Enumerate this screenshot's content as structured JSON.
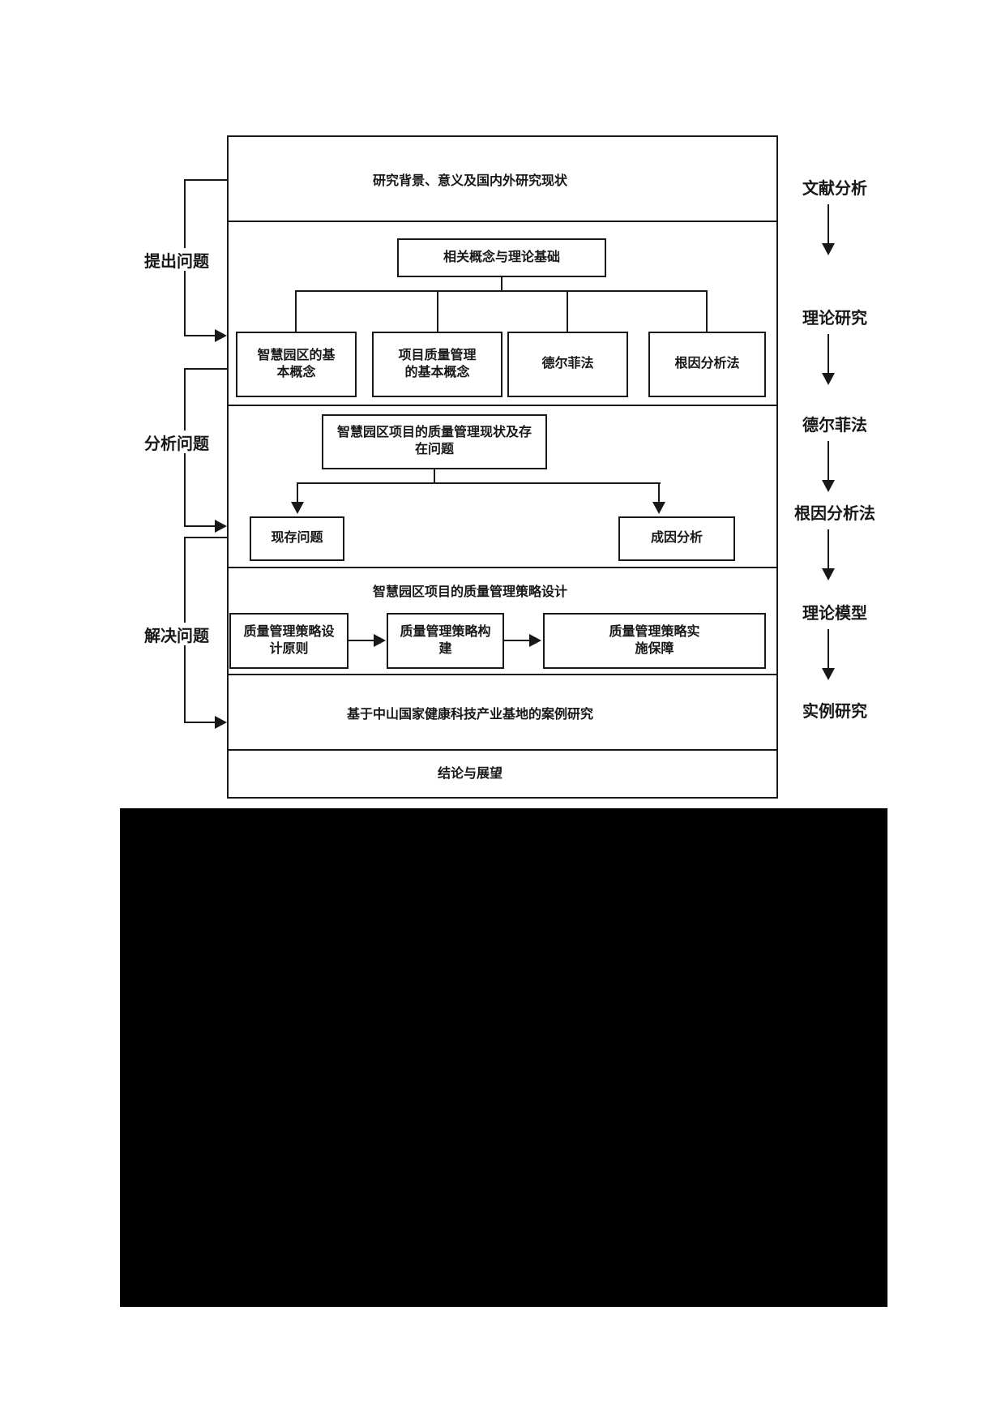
{
  "page": {
    "background": "#ffffff",
    "ink": "#181818"
  },
  "flowchart": {
    "left_labels": [
      "提出问题",
      "分析问题",
      "解决问题"
    ],
    "right_steps": [
      "文献分析",
      "理论研究",
      "德尔菲法",
      "根因分析法",
      "理论模型",
      "实例研究"
    ],
    "row1_title": "研究背景、意义及国内外研究现状",
    "theory": {
      "parent": "相关概念与理论基础",
      "children": [
        "智慧园区的基本概念",
        "项目质量管理的基本概念",
        "德尔菲法",
        "根因分析法"
      ]
    },
    "status": {
      "box": "智慧园区项目的质量管理现状及存在问题",
      "children": [
        "现存问题",
        "成因分析"
      ]
    },
    "strategy": {
      "title": "智慧园区项目的质量管理策略设计",
      "steps": [
        "质量管理策略设计原则",
        "质量管理策略构建",
        "质量管理策略实施保障"
      ]
    },
    "case_title": "基于中山国家健康科技产业基地的案例研究",
    "conclusion_title": "结论与展望"
  }
}
